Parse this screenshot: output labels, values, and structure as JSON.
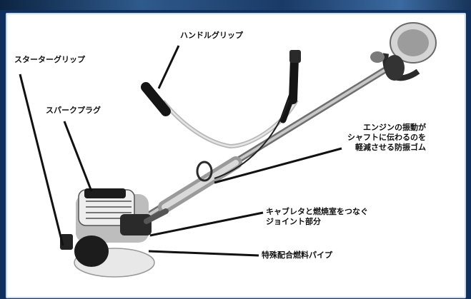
{
  "callouts": {
    "handle_grip": "ハンドルグリップ",
    "starter_grip": "スターターグリップ",
    "spark_plug": "スパークプラグ",
    "vibration_damper": "エンジンの振動が\nシャフトに伝わるのを\n軽減させる防振ゴム",
    "carb_joint": "キャブレタと燃焼室をつなぐ\nジョイント部分",
    "fuel_pipe": "特殊配合燃料パイプ"
  },
  "colors": {
    "background": "#0f2f5e",
    "panel": "#ffffff",
    "leader_line": "#111111",
    "shaft": "#8c8c8c",
    "engine_dark": "#1c1c1c"
  }
}
